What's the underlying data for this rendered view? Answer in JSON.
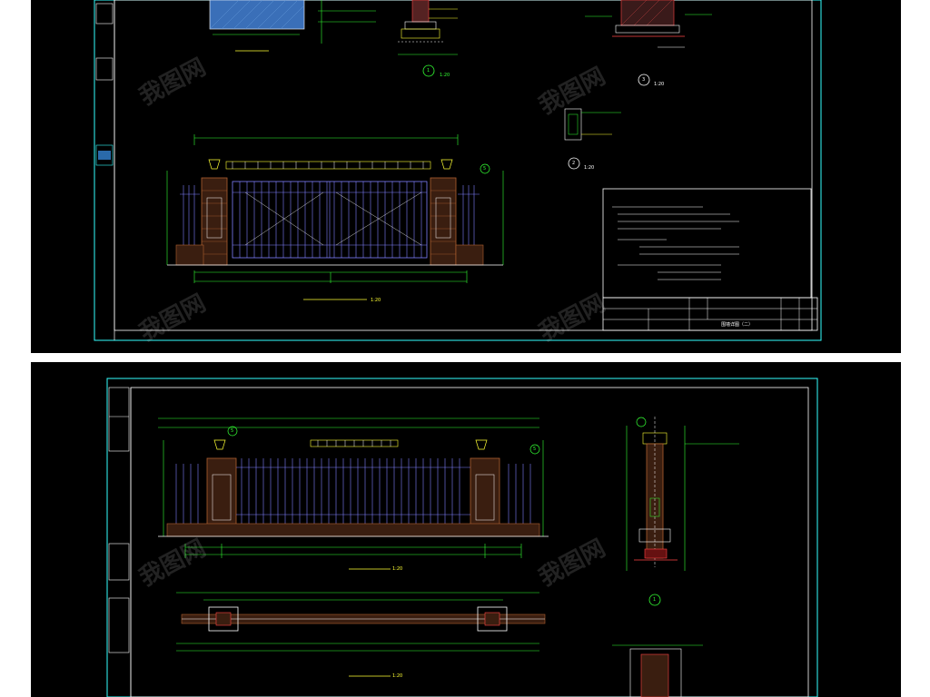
{
  "sheet_top": {
    "scale_text": "1:20",
    "callouts": [
      "1",
      "2",
      "3",
      "5"
    ],
    "title_block_name": "围墙详图（二）"
  },
  "sheet_bottom": {
    "scale_text": "1:20",
    "callouts": [
      "5",
      "5",
      "1"
    ]
  },
  "watermark": "我图网",
  "colors": {
    "canvas": "#000000",
    "frame": "#33ffff",
    "dimension": "#33ff33",
    "outline": "#ffff33",
    "fence": "#8080ff",
    "brick": "#b06030",
    "steel": "#ff3333",
    "text": "#ffffff"
  }
}
